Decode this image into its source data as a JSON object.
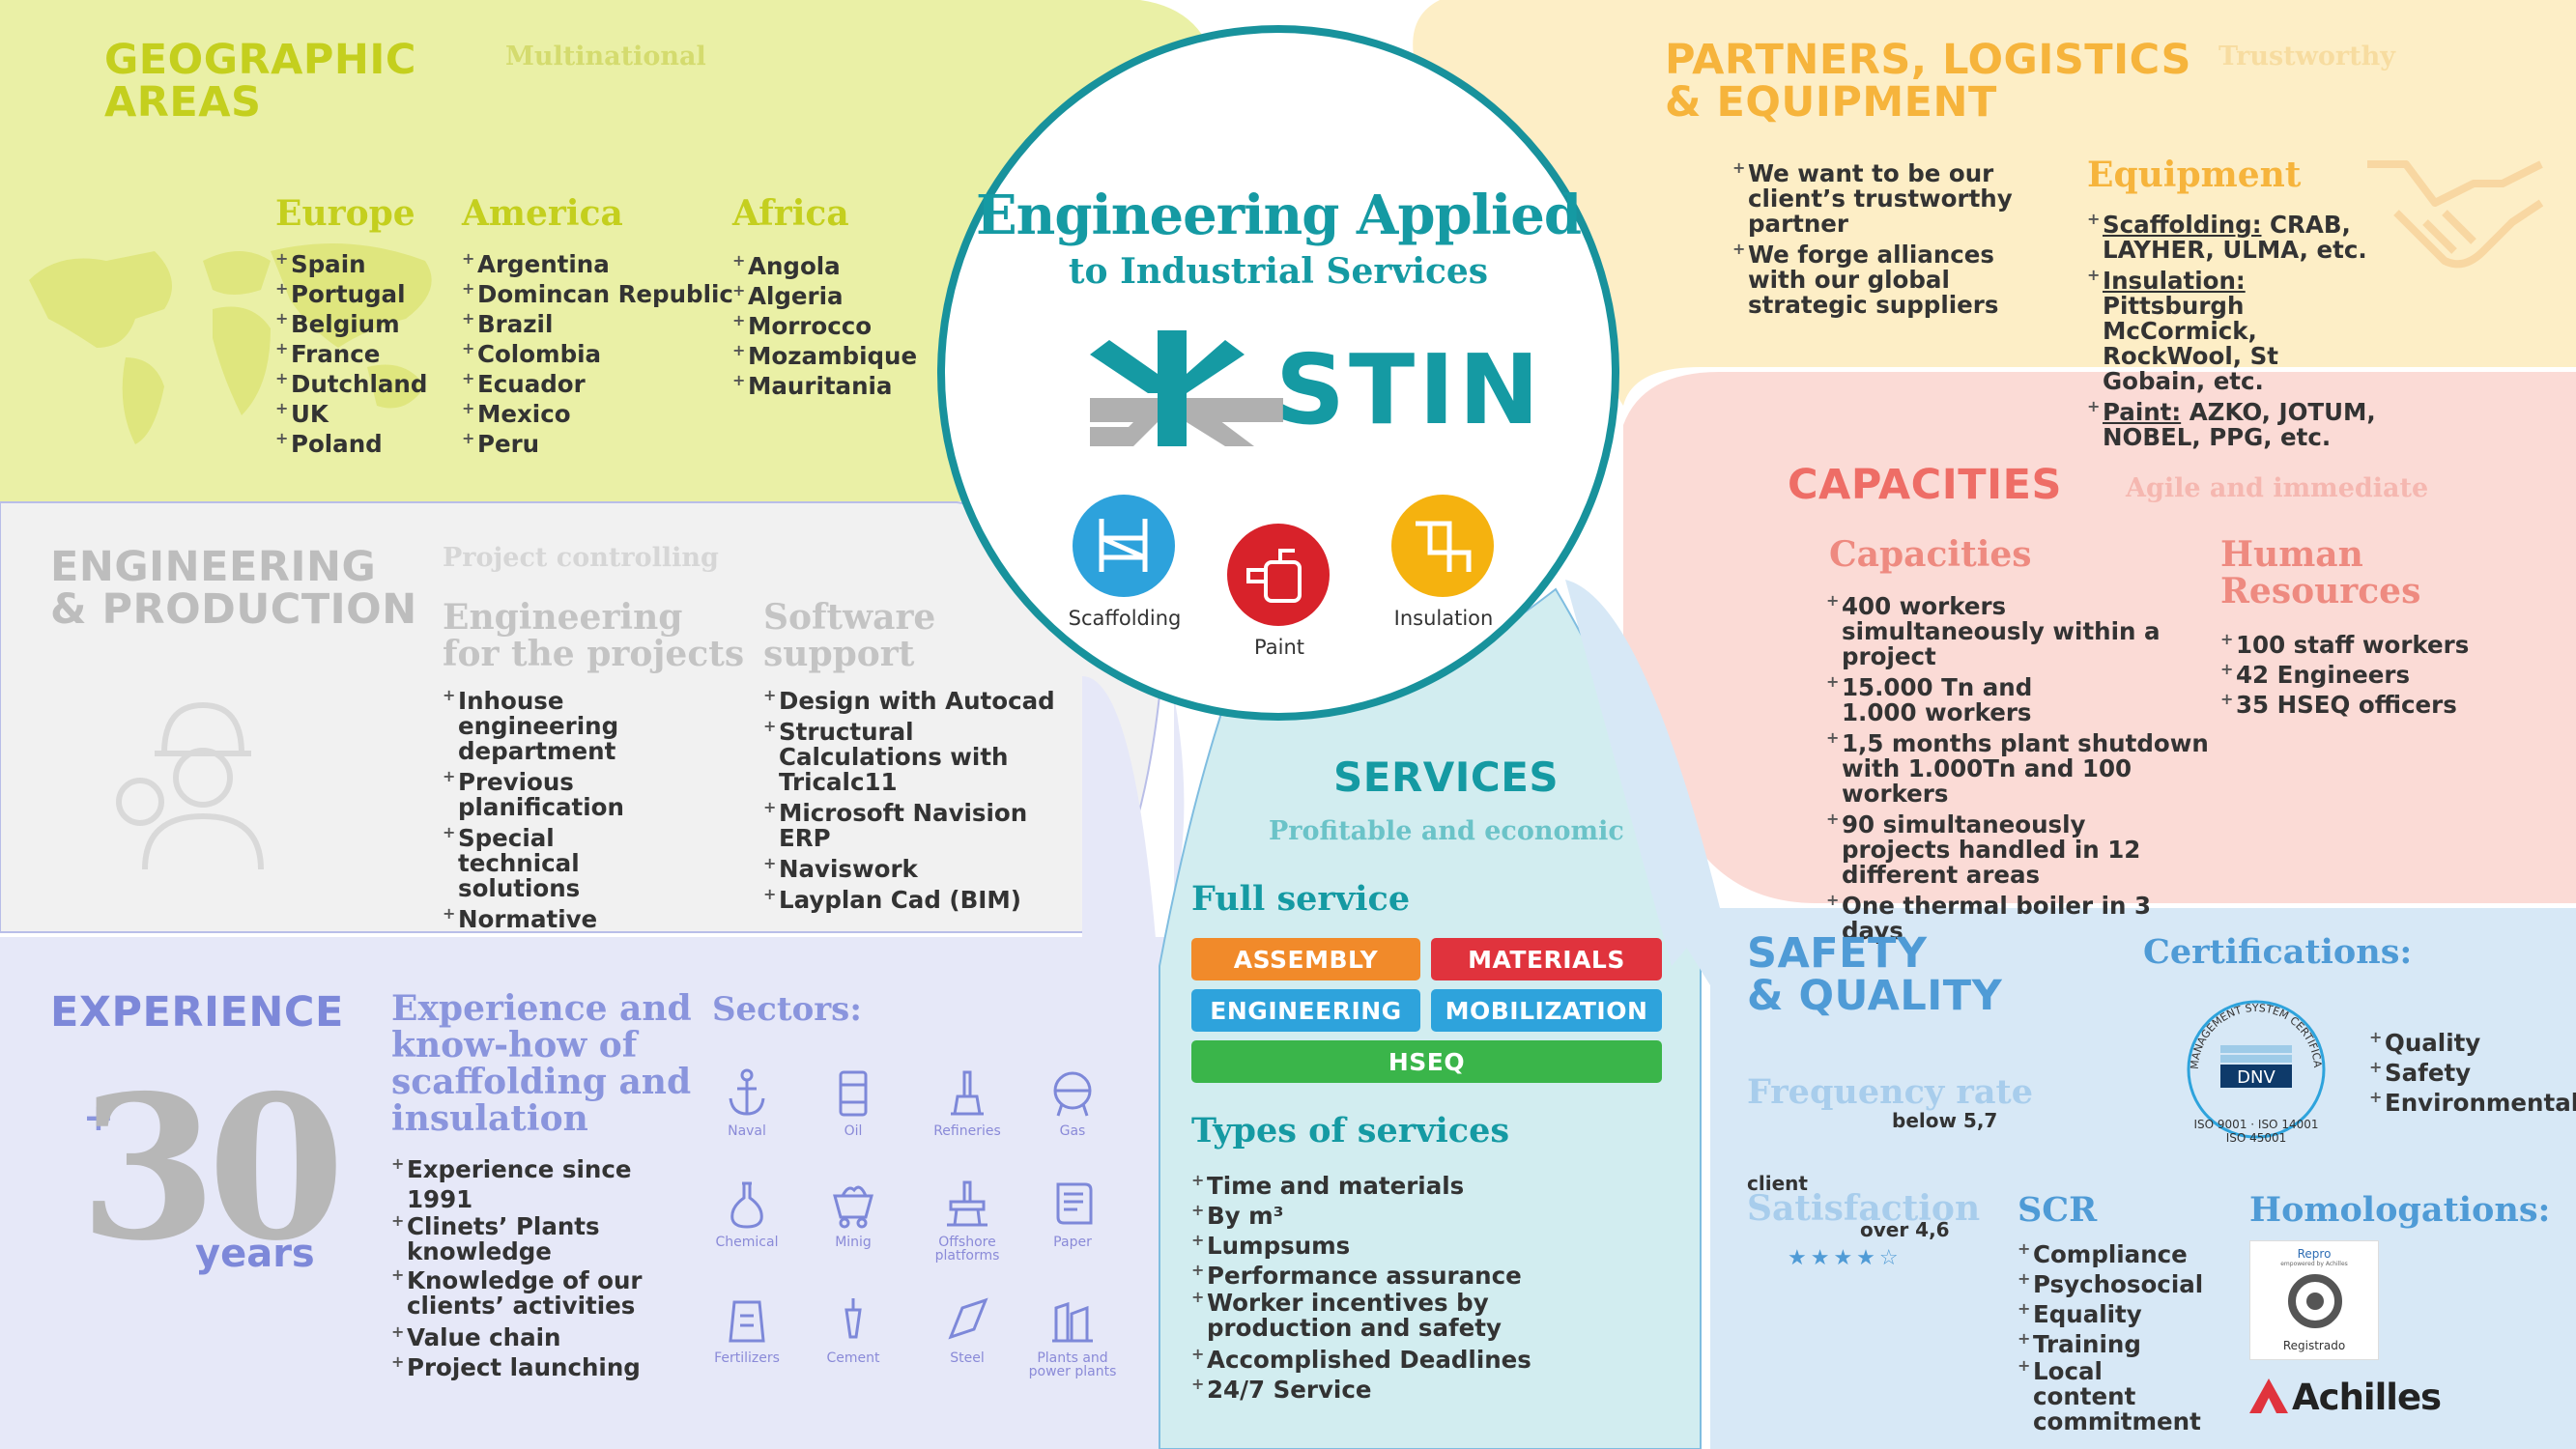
{
  "colors": {
    "geo": "#e8ef9e",
    "partners": "#fdecc1",
    "capacities": "#fad9d5",
    "engineering": "#f0f0f0",
    "experience": "#e4e6f7",
    "services": "#d0ecef",
    "safety": "#d5e7f5",
    "teal": "#159aa3"
  },
  "center": {
    "title_line1": "Engineering Applied",
    "title_line2": "to Industrial Services",
    "logo_text": "STIN",
    "icons": [
      {
        "name": "scaffolding-icon",
        "label": "Scaffolding"
      },
      {
        "name": "paint-icon",
        "label": "Paint"
      },
      {
        "name": "insulation-icon",
        "label": "Insulation"
      }
    ]
  },
  "geo": {
    "title_line1": "GEOGRAPHIC",
    "title_line2": "AREAS",
    "tagline": "Multinational",
    "europe": {
      "title": "Europe",
      "items": [
        "Spain",
        "Portugal",
        "Belgium",
        "France",
        "Dutchland",
        "UK",
        "Poland"
      ]
    },
    "america": {
      "title": "America",
      "items": [
        "Argentina",
        "Domincan Republic",
        "Brazil",
        "Colombia",
        "Ecuador",
        "Mexico",
        "Peru"
      ]
    },
    "africa": {
      "title": "Africa",
      "items": [
        "Angola",
        "Algeria",
        "Morrocco",
        "Mozambique",
        "Mauritania"
      ]
    }
  },
  "partners": {
    "title_line1": "PARTNERS, LOGISTICS",
    "title_line2": "& EQUIPMENT",
    "tagline": "Trustworthy",
    "items": [
      "We want to be our client’s trustworthy partner",
      "We forge alliances with our global strategic suppliers"
    ],
    "equipment": {
      "title": "Equipment",
      "items": [
        {
          "key": "Scaffolding:",
          "val": " CRAB, LAYHER, ULMA, etc."
        },
        {
          "key": "Insulation:",
          "val": " Pittsburgh McCormick, RockWool, St Gobain, etc."
        },
        {
          "key": "Paint:",
          "val": " AZKO, JOTUM, NOBEL, PPG, etc."
        }
      ]
    }
  },
  "capacities": {
    "title": "CAPACITIES",
    "tagline": "Agile and immediate",
    "cap": {
      "title": "Capacities",
      "items": [
        "400 workers simultaneously within a project",
        "15.000 Tn and 1.000 workers",
        "1,5 months plant shutdown with 1.000Tn and 100 workers",
        "90 simultaneously projects handled in 12 different areas",
        "One thermal boiler in 3 days"
      ]
    },
    "hr": {
      "title_line1": "Human",
      "title_line2": "Resources",
      "items": [
        "100 staff workers",
        "42 Engineers",
        "35 HSEQ officers"
      ]
    }
  },
  "engineering": {
    "title_line1": "ENGINEERING",
    "title_line2": "& PRODUCTION",
    "tagline": "Project controlling",
    "proj": {
      "title_line1": "Engineering",
      "title_line2": "for the projects",
      "items": [
        "Inhouse engineering department",
        "Previous planification",
        "Special technical solutions",
        "Normative"
      ]
    },
    "soft": {
      "title_line1": "Software",
      "title_line2": "support",
      "items": [
        "Design with Autocad",
        "Structural Calculations with Tricalc11",
        "Microsoft Navision ERP",
        "Naviswork",
        "Layplan Cad (BIM)"
      ]
    }
  },
  "services": {
    "title": "SERVICES",
    "tagline": "Profitable and economic",
    "full_title": "Full service",
    "pills": [
      {
        "label": "ASSEMBLY",
        "color": "#f18a2a"
      },
      {
        "label": "MATERIALS",
        "color": "#e0333d"
      },
      {
        "label": "ENGINEERING",
        "color": "#2ea3dc"
      },
      {
        "label": "MOBILIZATION",
        "color": "#2ea3dc"
      },
      {
        "label": "HSEQ",
        "color": "#3ab54a"
      }
    ],
    "types_title": "Types of services",
    "types": [
      "Time and materials",
      "By m³",
      "Lumpsums",
      "Performance assurance",
      "Worker incentives by production and safety",
      "Accomplished Deadlines",
      "24/7 Service"
    ]
  },
  "experience": {
    "title": "EXPERIENCE",
    "plus": "+",
    "number": "30",
    "years": "years",
    "sub_line1": "Experience and",
    "sub_line2": "know-how of",
    "sub_line3": "scaffolding and",
    "sub_line4": "insulation",
    "items": [
      "Experience since 1991",
      "Clinets’ Plants knowledge",
      "Knowledge of our clients’ activities",
      "Value chain",
      "Project launching"
    ],
    "sectors_title": "Sectors:",
    "sectors": [
      {
        "name": "anchor-icon",
        "label": "Naval"
      },
      {
        "name": "barrel-icon",
        "label": "Oil"
      },
      {
        "name": "refinery-icon",
        "label": "Refineries"
      },
      {
        "name": "gas-tank-icon",
        "label": "Gas"
      },
      {
        "name": "flask-icon",
        "label": "Chemical"
      },
      {
        "name": "mine-cart-icon",
        "label": "Minig"
      },
      {
        "name": "offshore-icon",
        "label": "Offshore platforms"
      },
      {
        "name": "paper-scroll-icon",
        "label": "Paper"
      },
      {
        "name": "fertilizer-bag-icon",
        "label": "Fertilizers"
      },
      {
        "name": "trowel-icon",
        "label": "Cement"
      },
      {
        "name": "steel-icon",
        "label": "Steel"
      },
      {
        "name": "power-plant-icon",
        "label": "Plants and power plants"
      }
    ]
  },
  "safety": {
    "title_line1": "SAFETY",
    "title_line2": "& QUALITY",
    "freq_title": "Frequency rate",
    "freq_val": "below 5,7",
    "client": "client",
    "satisfaction": "Satisfaction",
    "sat_val": "over 4,6",
    "cert_title": "Certifications:",
    "dnv": "DNV",
    "dnv_ring": "MANAGEMENT SYSTEM CERTIFICATION",
    "iso_line1": "ISO 9001 · ISO 14001",
    "iso_line2": "ISO 45001",
    "cert_items": [
      "Quality",
      "Safety",
      "Environmental"
    ],
    "scr_title": "SCR",
    "scr_items": [
      "Compliance",
      "Psychosocial",
      "Equality",
      "Training",
      "Local content commitment"
    ],
    "homo_title": "Homologations:",
    "repro": "Repro",
    "repro_sub": "empowered by Achilles",
    "registrado": "Registrado",
    "achilles": "Achilles"
  }
}
